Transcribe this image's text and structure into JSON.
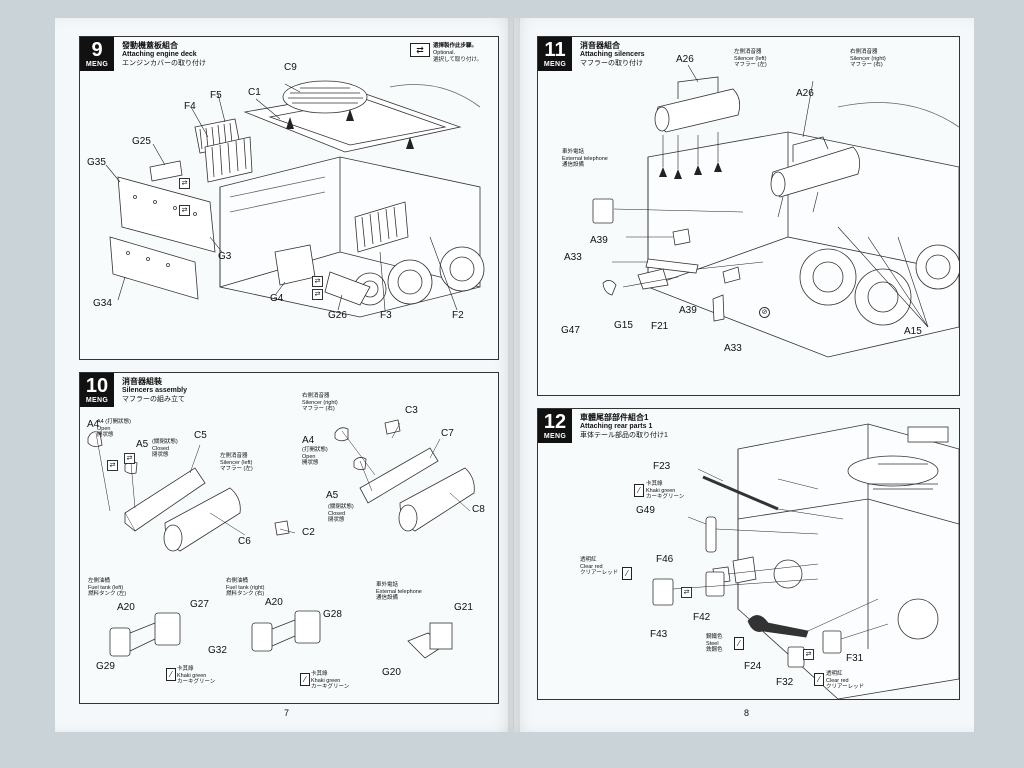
{
  "brand": "MENG",
  "pages": {
    "left_number": "7",
    "right_number": "8"
  },
  "step9": {
    "number": "9",
    "title_cn": "發動機蓋板組合",
    "title_en": "Attaching engine deck",
    "title_jp": "エンジンカバーの取り付け",
    "optional_cn": "選擇製作此步驟。",
    "optional_en": "Optional.",
    "optional_jp": "選択して取り付け。",
    "labels": [
      "C9",
      "F5",
      "C1",
      "F4",
      "G25",
      "G35",
      "G3",
      "G4",
      "G26",
      "F3",
      "F2",
      "G34"
    ]
  },
  "step10": {
    "number": "10",
    "title_cn": "消音器組裝",
    "title_en": "Silencers assembly",
    "title_jp": "マフラーの組み立て",
    "labels": [
      "A4",
      "A5",
      "C5",
      "C6",
      "C2",
      "C3",
      "C7",
      "A4",
      "A5",
      "C8",
      "A20",
      "G27",
      "G29",
      "A20",
      "G28",
      "G32",
      "G21",
      "G20"
    ],
    "notes": {
      "a4_open_l": "A4 (打開狀態)\nOpen\n開状態",
      "a5_closed_l": "(關閉狀態)\nClosed\n閉状態",
      "silencer_left": "左側消音器\nSilencer (left)\nマフラー (左)",
      "silencer_right": "右側消音器\nSilencer (right)\nマフラー (右)",
      "a4_open_r": "(打開狀態)\nOpen\n開状態",
      "a5_closed_r": "(關閉狀態)\nClosed\n閉状態",
      "fuel_left": "左側油桶\nFuel tank (left)\n燃料タンク (左)",
      "fuel_right": "右側油桶\nFuel tank (right)\n燃料タンク (右)",
      "khaki1": "卡其綠\nKhaki green\nカーキグリーン",
      "khaki2": "卡其綠\nKhaki green\nカーキグリーン",
      "telephone": "車外電話\nExternal telephone\n通信設備"
    }
  },
  "step11": {
    "number": "11",
    "title_cn": "消音器組合",
    "title_en": "Attaching silencers",
    "title_jp": "マフラーの取り付け",
    "labels": [
      "A26",
      "A26",
      "A39",
      "A33",
      "G47",
      "G15",
      "F21",
      "A39",
      "A33",
      "A15"
    ],
    "notes": {
      "silencer_left": "左側消音器\nSilencer (left)\nマフラー (左)",
      "silencer_right": "右側消音器\nSilencer (right)\nマフラー (右)",
      "telephone": "車外電話\nExternal telephone\n通信設備"
    }
  },
  "step12": {
    "number": "12",
    "title_cn": "車體尾部部件組合1",
    "title_en": "Attaching rear parts 1",
    "title_jp": "車体テール部品の取り付け1",
    "labels": [
      "F23",
      "G49",
      "F46",
      "F42",
      "F43",
      "F24",
      "F32",
      "F31"
    ],
    "notes": {
      "khaki": "卡其綠\nKhaki green\nカーキグリーン",
      "clear_red_1": "透明紅\nClear red\nクリアーレッド",
      "steel": "鋼鐵色\nSteel\n鉄鋼色",
      "clear_red_2": "透明紅\nClear red\nクリアーレッド"
    }
  }
}
